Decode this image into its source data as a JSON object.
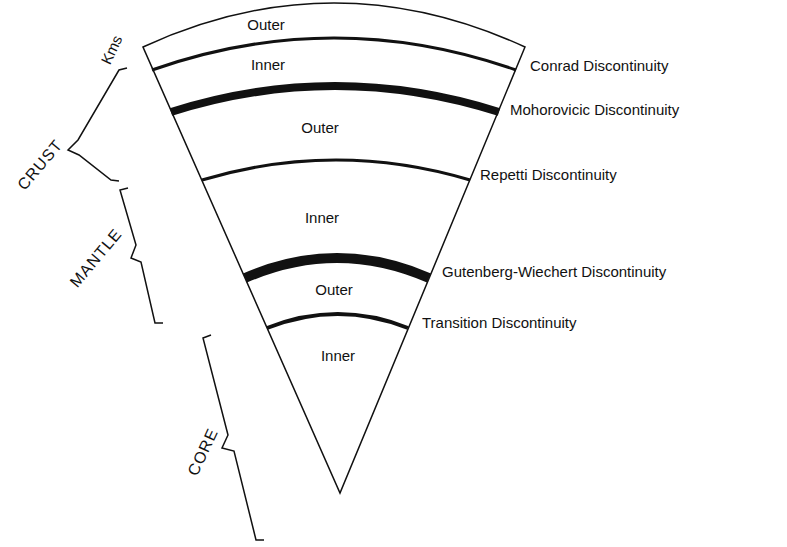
{
  "diagram": {
    "labels": [
      "Kms",
      "CRUST",
      "MANTLE",
      "CORE",
      "Outer",
      "Inner",
      "Outer",
      "Inner",
      "Outer",
      "Inner",
      "Conrad Discontinuity",
      "Mohorovicic Discontinuity",
      "Repetti Discontinuity",
      "Gutenberg-Wiechert Discontinuity",
      "Transition Discontinuity"
    ]
  }
}
